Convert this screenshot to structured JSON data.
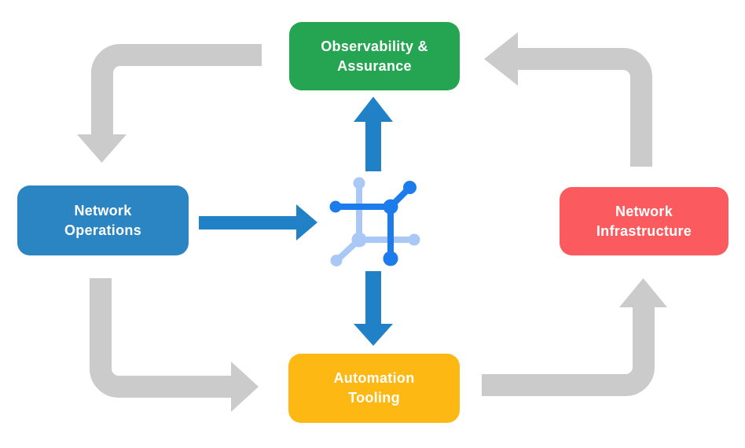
{
  "diagram": {
    "type": "cycle-flow-diagram",
    "nodes": {
      "observability": {
        "label": "Observability & Assurance",
        "color": "#25A551",
        "position": "top"
      },
      "operations": {
        "label": "Network Operations",
        "color": "#2B85C3",
        "position": "left"
      },
      "infrastructure": {
        "label": "Network Infrastructure",
        "color": "#FB5B5E",
        "position": "right"
      },
      "automation": {
        "label": "Automation Tooling",
        "color": "#FDB813",
        "position": "bottom"
      }
    },
    "center_icon": "network-platform-icon",
    "edges": [
      {
        "from": "observability",
        "to": "operations",
        "style": "gray-elbow"
      },
      {
        "from": "operations",
        "to": "automation",
        "style": "gray-elbow"
      },
      {
        "from": "automation",
        "to": "infrastructure",
        "style": "gray-elbow"
      },
      {
        "from": "infrastructure",
        "to": "observability",
        "style": "gray-elbow"
      },
      {
        "from": "operations",
        "to": "center-icon",
        "style": "blue-straight"
      },
      {
        "from": "center-icon",
        "to": "observability",
        "style": "blue-straight"
      },
      {
        "from": "center-icon",
        "to": "automation",
        "style": "blue-straight"
      }
    ]
  },
  "colors": {
    "background": "#FFFFFF",
    "text": "#FFFFFF",
    "green": "#25A551",
    "blue": "#2B85C3",
    "red": "#FB5B5E",
    "yellow": "#FDB813",
    "arrow_gray": "#CBCBCB",
    "arrow_blue": "#2181C6",
    "icon_blue_dark": "#1D7CEC",
    "icon_blue_light": "#A9C8F5"
  }
}
